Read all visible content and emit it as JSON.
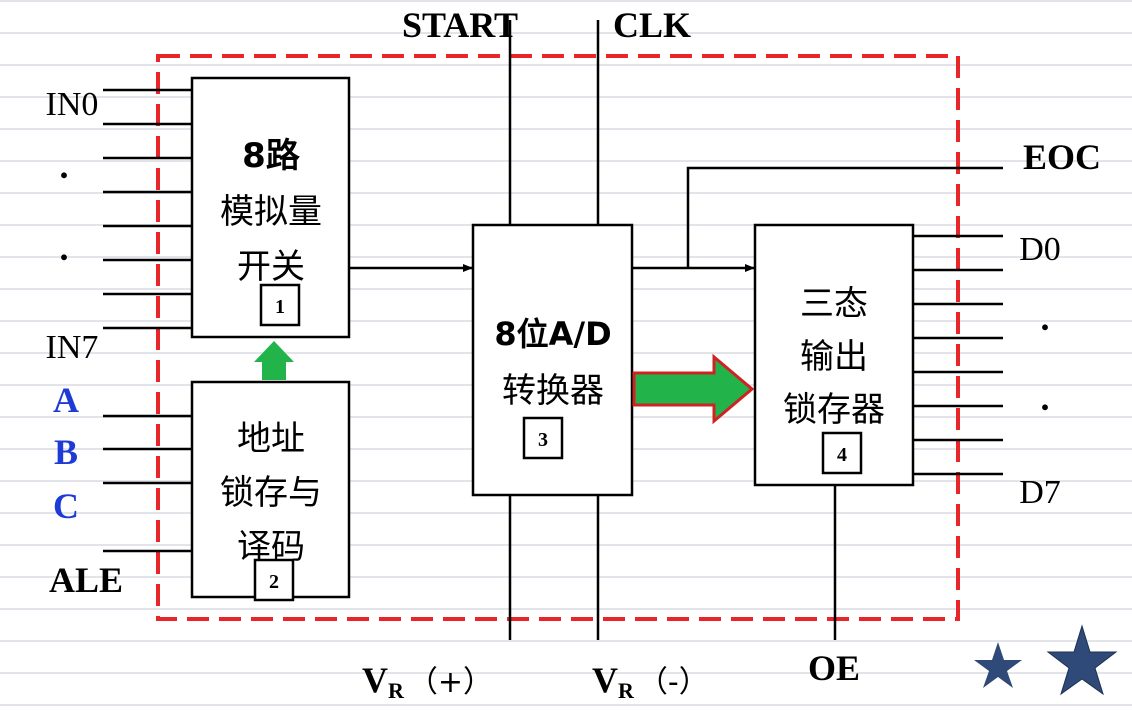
{
  "colors": {
    "line": "#000000",
    "dashed_border": "#e8262a",
    "address_labels": "#1f3bd6",
    "arrow_fill": "#22b34a",
    "arrow_stroke": "#cf2323",
    "star": "#2f4a78"
  },
  "signals": {
    "top": [
      "START",
      "CLK"
    ],
    "eoc": "EOC",
    "oe": "OE",
    "vr_plus": {
      "main": "V",
      "sub": "R",
      "suffix": "（+）"
    },
    "vr_minus": {
      "main": "V",
      "sub": "R",
      "suffix": "（-）"
    }
  },
  "inputs": {
    "first": "IN0",
    "dots": [
      ".",
      "."
    ],
    "last": "IN7"
  },
  "address": {
    "a": "A",
    "b": "B",
    "c": "C",
    "ale": "ALE"
  },
  "outputs": {
    "first": "D0",
    "dots": [
      ".",
      "."
    ],
    "last": "D7"
  },
  "blocks": {
    "switch": {
      "lines": [
        "8路",
        "模拟量",
        "开关"
      ],
      "number": "1"
    },
    "latch": {
      "lines": [
        "地址",
        "锁存与",
        "译码"
      ],
      "number": "2"
    },
    "adc": {
      "lines": [
        "8位A/D",
        "转换器"
      ],
      "number": "3"
    },
    "output": {
      "lines": [
        "三态",
        "输出",
        "锁存器"
      ],
      "number": "4"
    }
  },
  "decor": {
    "stars": [
      "star-small-icon",
      "star-large-icon"
    ]
  }
}
